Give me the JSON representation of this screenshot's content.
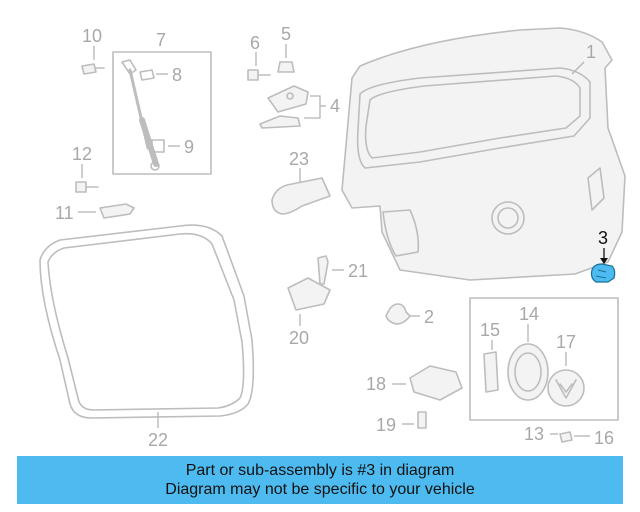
{
  "diagram": {
    "highlight_color": "#4ebbf0",
    "callouts": [
      {
        "id": "c1",
        "label": "1"
      },
      {
        "id": "c2",
        "label": "2"
      },
      {
        "id": "c3",
        "label": "3",
        "highlighted": true
      },
      {
        "id": "c4",
        "label": "4"
      },
      {
        "id": "c5",
        "label": "5"
      },
      {
        "id": "c6",
        "label": "6"
      },
      {
        "id": "c7",
        "label": "7"
      },
      {
        "id": "c8",
        "label": "8"
      },
      {
        "id": "c9",
        "label": "9"
      },
      {
        "id": "c10",
        "label": "10"
      },
      {
        "id": "c11",
        "label": "11"
      },
      {
        "id": "c12",
        "label": "12"
      },
      {
        "id": "c13",
        "label": "13"
      },
      {
        "id": "c14",
        "label": "14"
      },
      {
        "id": "c15",
        "label": "15"
      },
      {
        "id": "c16",
        "label": "16"
      },
      {
        "id": "c17",
        "label": "17"
      },
      {
        "id": "c18",
        "label": "18"
      },
      {
        "id": "c19",
        "label": "19"
      },
      {
        "id": "c20",
        "label": "20"
      },
      {
        "id": "c21",
        "label": "21"
      },
      {
        "id": "c22",
        "label": "22"
      },
      {
        "id": "c23",
        "label": "23"
      }
    ]
  },
  "banner": {
    "line1": "Part or sub-assembly is #3 in diagram",
    "line2": "Diagram may not be specific to your vehicle",
    "background": "#4ebbf0"
  }
}
